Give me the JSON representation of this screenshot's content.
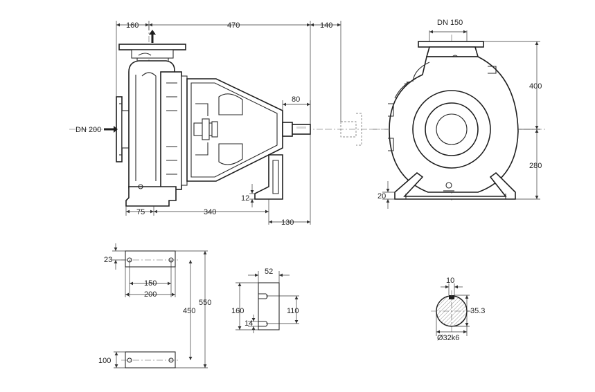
{
  "drawing": {
    "labels": {
      "dn200": "DN 200",
      "dn150": "DN 150",
      "shaft_dia": "Ø32k6"
    },
    "dimensions": {
      "d160_top": "160",
      "d470": "470",
      "d140": "140",
      "d80": "80",
      "d12": "12",
      "d75": "75",
      "d340": "340",
      "d130": "130",
      "d400": "400",
      "d280": "280",
      "d20": "20",
      "d23": "23",
      "d150": "150",
      "d200": "200",
      "d450": "450",
      "d550": "550",
      "d100": "100",
      "d52": "52",
      "d160_side": "160",
      "d110": "110",
      "d14": "14",
      "d10": "10",
      "d35_3": "35.3"
    }
  }
}
